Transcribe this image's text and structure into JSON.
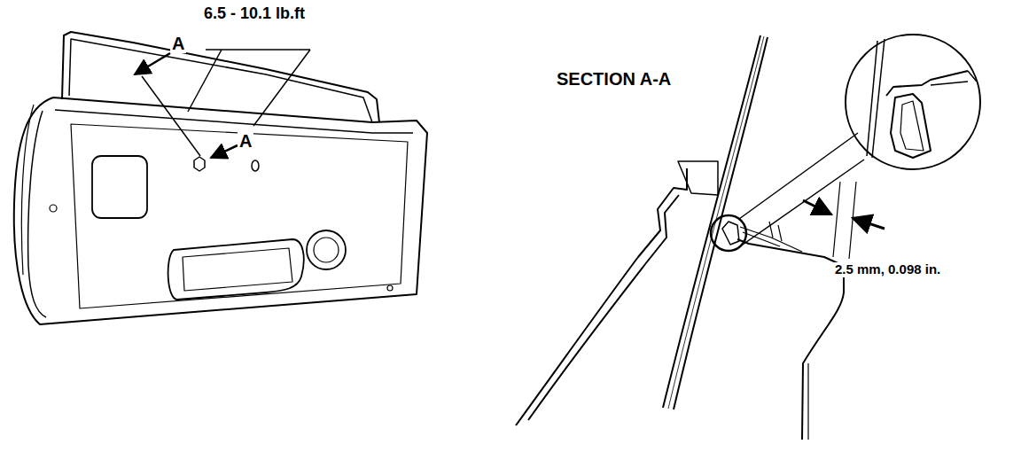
{
  "diagram": {
    "labels": [
      "6.5 - 10.1 lb.ft",
      "A",
      "A",
      "SECTION A-A",
      "2.5 mm, 0.098 in."
    ]
  }
}
